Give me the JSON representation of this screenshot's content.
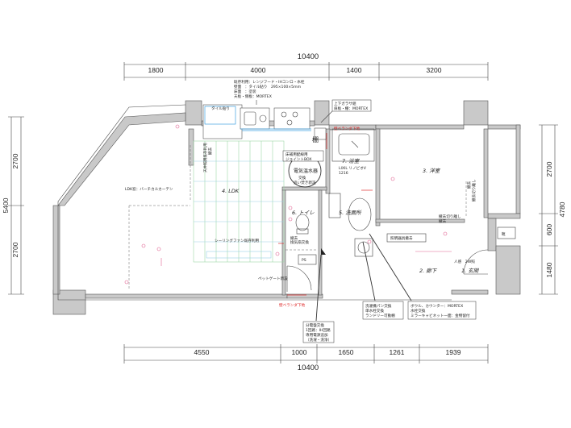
{
  "dimensions": {
    "top_total": "10400",
    "top_segments": [
      "1800",
      "4000",
      "1400",
      "3200"
    ],
    "bottom_total": "10400",
    "bottom_segments": [
      "4550",
      "1000",
      "1650",
      "1261",
      "1939"
    ],
    "left_total": "5400",
    "left_segments": [
      "2700",
      "2700"
    ],
    "right_total": "4780",
    "right_segments": [
      "2700",
      "600",
      "1480"
    ]
  },
  "rooms": {
    "ldk": "4. LDK",
    "bath": "7. 浴室",
    "washroom": "5. 洗面所",
    "toilet": "6. トイレ",
    "western": "3. 洋室",
    "hall": "2. 廊下",
    "entrance": "1. 玄関",
    "storage": "棚"
  },
  "notes": {
    "kitchen_1": "既存利用：レンジフード・IHコンロ・水栓",
    "kitchen_2": "壁面　：タイル貼り　295×100×5mm",
    "kitchen_3": "床面　：塗装",
    "kitchen_4": "天板・側板：MORTEX",
    "tile": "タイル貼り",
    "shelf_1": "上下ガラサ組",
    "shelf_2": "扉板・棚：MORTEX",
    "water_heater": "電気温水器",
    "wh_note_1": "交換",
    "wh_note_2": "追い焚き新設",
    "joint_1": "床補用配線用",
    "joint_2": "ジョイントBOX",
    "lixil": "LIXIL リノビオV",
    "lixil_size": "1216",
    "fan": "シーリングファン既存利用",
    "curtain": "LDK窓：バーチカルカーテン",
    "ceiling_1": "天井照明既存利用",
    "ceiling_2": "撤去",
    "partition": "撤去",
    "exhaust": "換気扇交換",
    "ps": "PS",
    "pet_gate": "ペットゲート新設",
    "veranda_top": "壁ベランダ下地",
    "veranda_bottom": "壁ベランダ下地",
    "closet_1": "撤去",
    "closet_2": "撤去切り離し",
    "closet_3": "撤去切り離し",
    "closet_4": "撤去",
    "lighting": "照明器具撤去",
    "sensor": "人感　2W照",
    "shoe": "靴",
    "callout_washer_1": "洗濯機パン交換",
    "callout_washer_2": "単水栓交換",
    "callout_washer_3": "ランドリー可動棚",
    "callout_counter_1": "ボウル、カウンター：MORTEX",
    "callout_counter_2": "水栓交換",
    "callout_counter_3": "ミラーキャビネット一面：金物留付",
    "callout_board_1": "分電盤交換",
    "callout_board_2": "1回路：IH回路",
    "callout_board_3": "専用電源追加",
    "callout_board_4": "（洗濯・洗浄）"
  }
}
